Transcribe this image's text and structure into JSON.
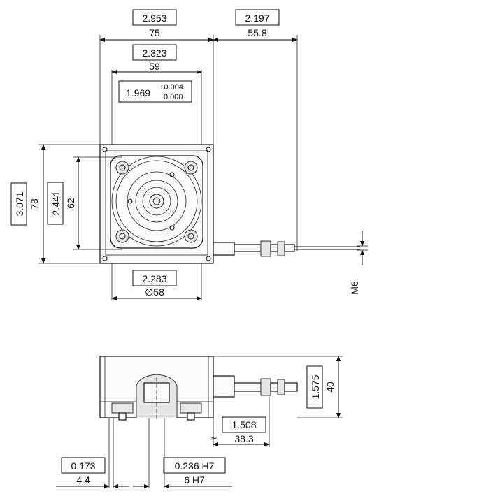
{
  "dims": {
    "overall_width": {
      "inch": "2.953",
      "mm": "75"
    },
    "cable_offset": {
      "inch": "2.197",
      "mm": "55.8"
    },
    "bolt_spacing": {
      "inch": "2.323",
      "mm": "59"
    },
    "pilot": {
      "inch": "1.969",
      "tol_plus": "+0.004",
      "tol_minus": "0.000"
    },
    "overall_height": {
      "inch": "3.071",
      "mm": "78"
    },
    "bolt_spacing_vertical": {
      "inch": "2.441",
      "mm": "62"
    },
    "flange_diameter": {
      "inch": "2.283",
      "mm": "∅58"
    },
    "thread": "M6",
    "depth": {
      "inch": "1.575",
      "mm": "40"
    },
    "cable_extension": {
      "inch": "1.508",
      "mm": "38.3",
      "approx": "~"
    },
    "shaft_offset": {
      "inch": "0.173",
      "mm": "4.4"
    },
    "bore": {
      "inch": "0.236 H7",
      "mm": "6 H7"
    }
  }
}
